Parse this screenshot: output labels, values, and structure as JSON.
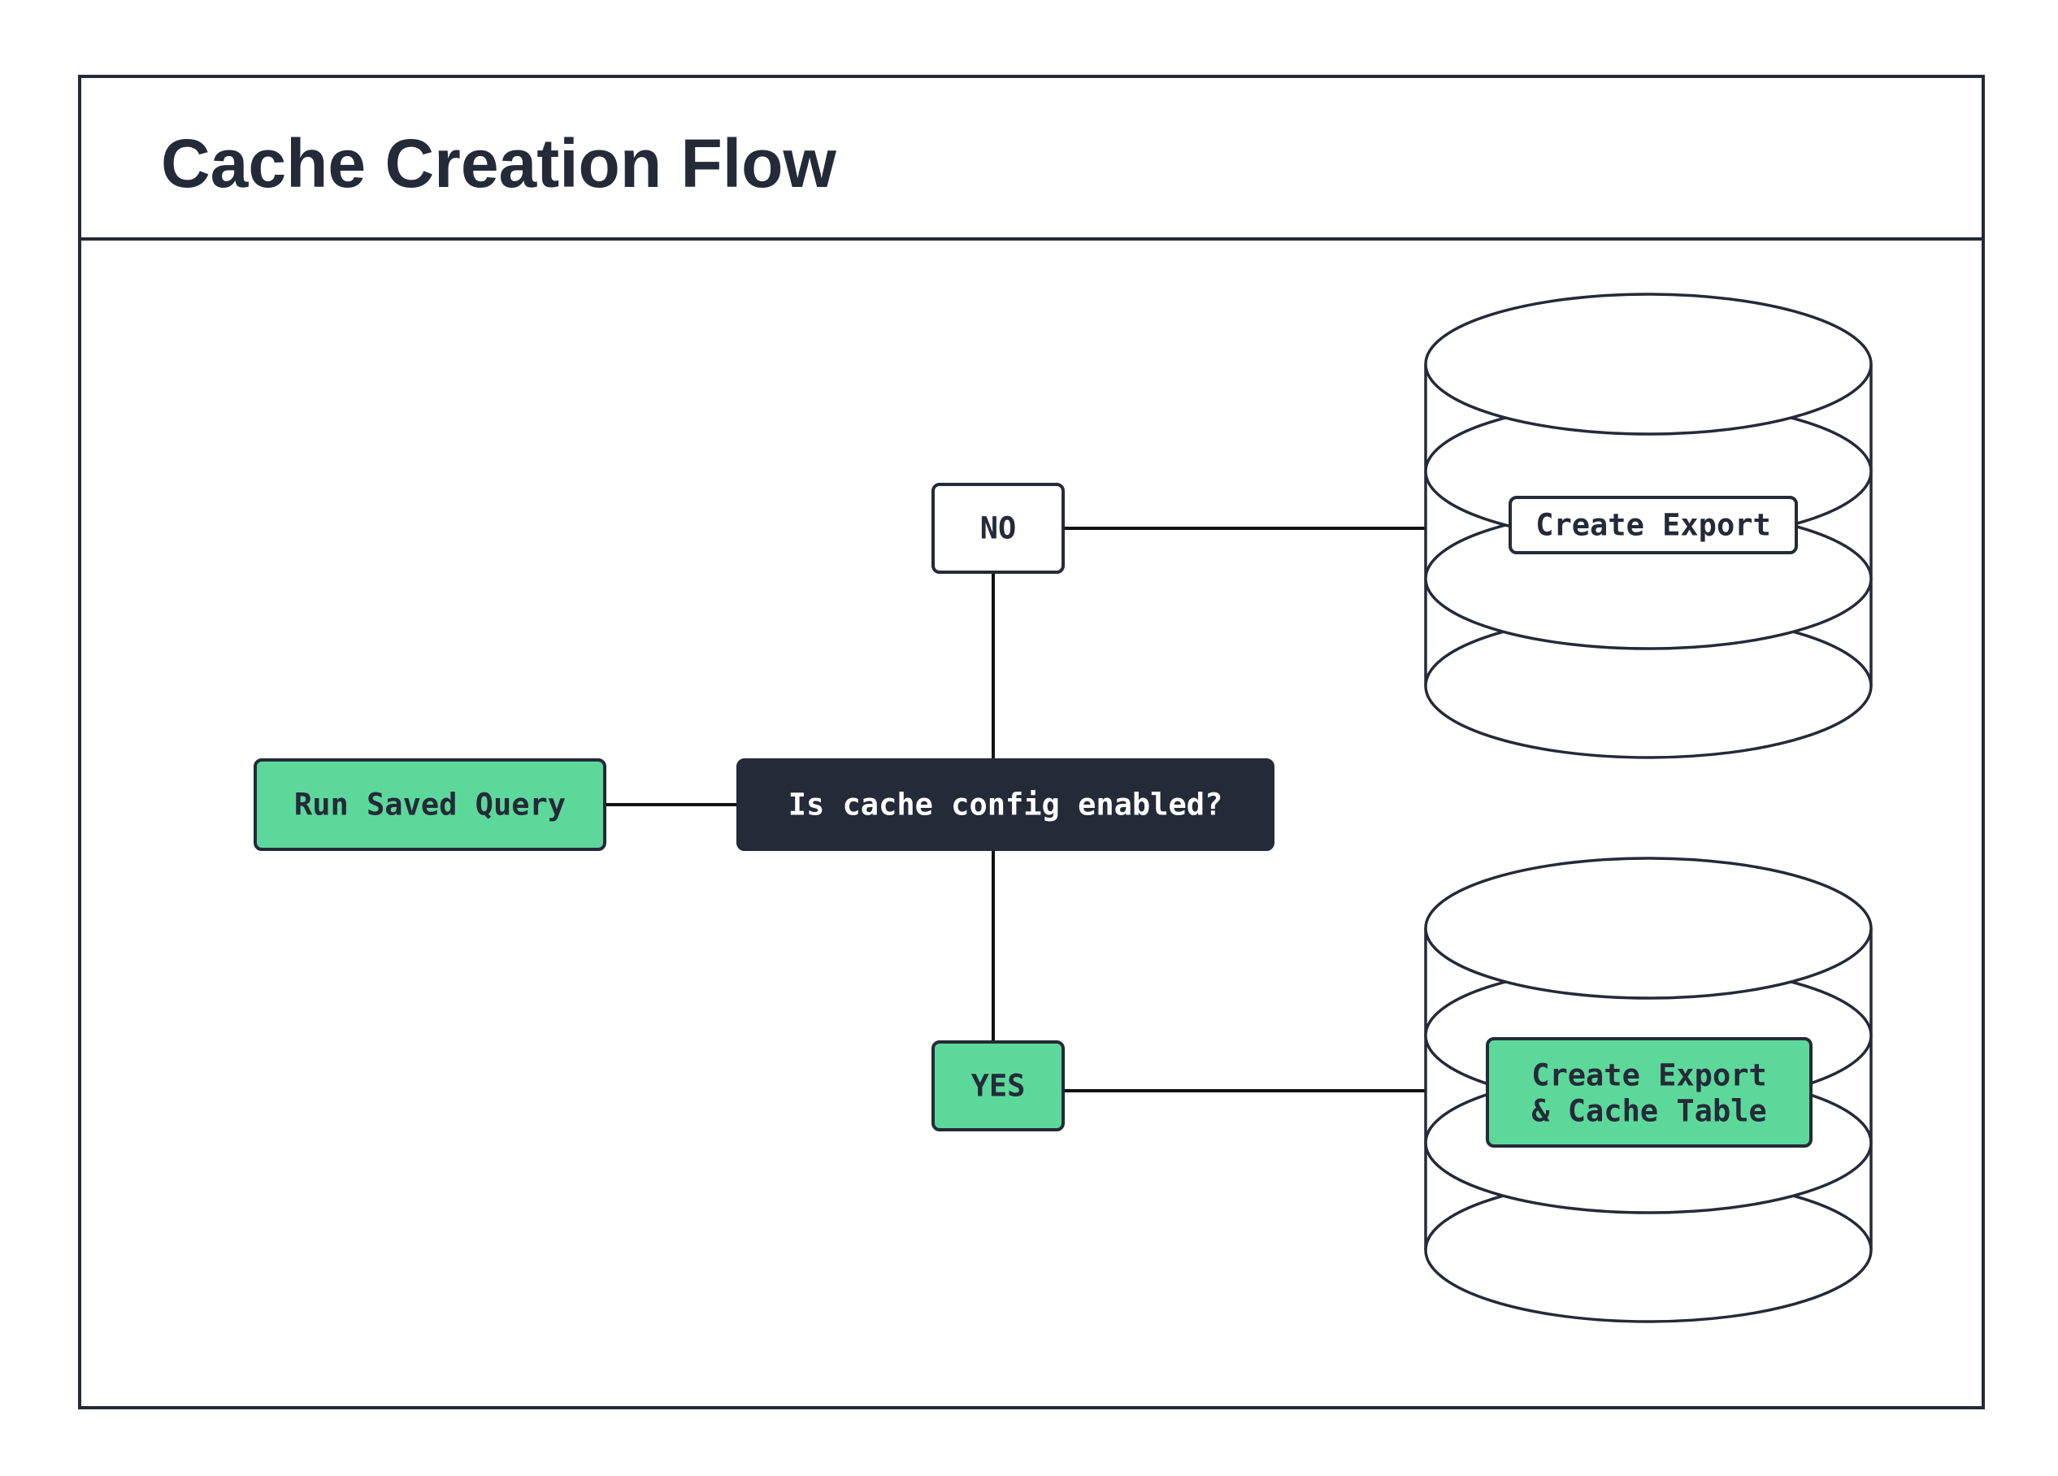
{
  "diagram": {
    "title": "Cache Creation Flow",
    "nodes": {
      "start": {
        "label": "Run Saved Query"
      },
      "decision": {
        "label": "Is cache config enabled?"
      },
      "no": {
        "label": "NO"
      },
      "yes": {
        "label": "YES"
      },
      "export": {
        "label": "Create Export"
      },
      "export_cache": {
        "line1": "Create Export",
        "line2": "& Cache Table"
      }
    }
  },
  "colors": {
    "ink": "#252a38",
    "green": "#5dd89b",
    "white": "#ffffff"
  }
}
